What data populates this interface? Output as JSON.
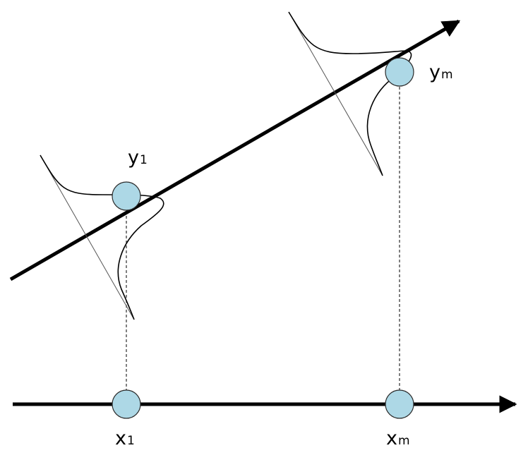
{
  "colors": {
    "point_fill": "#add8e6",
    "point_stroke": "#2a2a2a",
    "line": "#000000",
    "curve": "#000000"
  },
  "labels": {
    "y1": {
      "base": "y",
      "sub": "1"
    },
    "ym": {
      "base": "y",
      "sub": "m"
    },
    "x1": {
      "base": "x",
      "sub": "1"
    },
    "xm": {
      "base": "x",
      "sub": "m"
    }
  }
}
